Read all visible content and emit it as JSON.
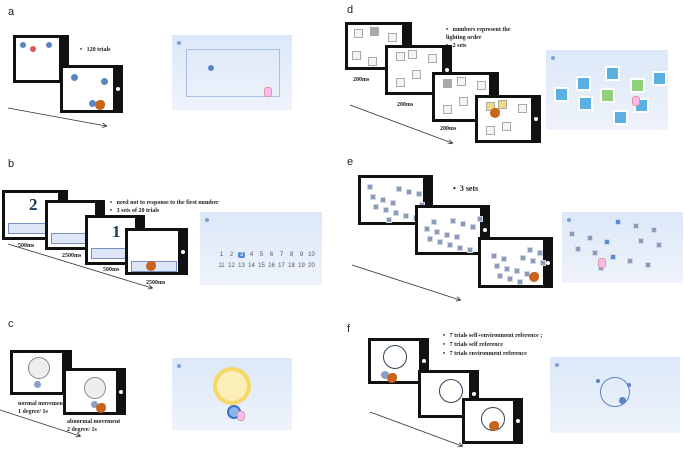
{
  "panels": {
    "a": {
      "label": "a",
      "notes": [
        "120 trials"
      ]
    },
    "b": {
      "label": "b",
      "notes": [
        "need not to response to the first number",
        "3 sets of 20 trials"
      ],
      "stimuli": [
        "2",
        "1"
      ],
      "timings": [
        "500ms",
        "2500ms",
        "500ms",
        "2500ms"
      ],
      "grid_row1": [
        "1",
        "2",
        "3",
        "4",
        "5",
        "6",
        "7",
        "8",
        "9",
        "10"
      ],
      "grid_row2": [
        "11",
        "12",
        "13",
        "14",
        "15",
        "16",
        "17",
        "18",
        "19",
        "20"
      ],
      "selected": "3"
    },
    "c": {
      "label": "c",
      "captions": [
        {
          "line1": "normal movement",
          "line2": "1 degree/ 1s"
        },
        {
          "line1": "abnormal movement",
          "line2": "2 degree/ 1s"
        }
      ]
    },
    "d": {
      "label": "d",
      "notes": [
        "numbers represent the lighting order",
        "2 sets"
      ],
      "timings": [
        "200ms",
        "200ms",
        "200ms"
      ]
    },
    "e": {
      "label": "e",
      "notes": [
        "3 sets"
      ]
    },
    "f": {
      "label": "f",
      "notes": [
        "7 trials self+environment reference ;",
        "7 trials self reference",
        "7 trials  environment reference"
      ]
    }
  },
  "colors": {
    "ball": "#5b84c4",
    "hand": "#c8641e",
    "lit_square": "#8fd07a",
    "square": "#5ab0e0",
    "panel_bg": "#dce8f8"
  }
}
